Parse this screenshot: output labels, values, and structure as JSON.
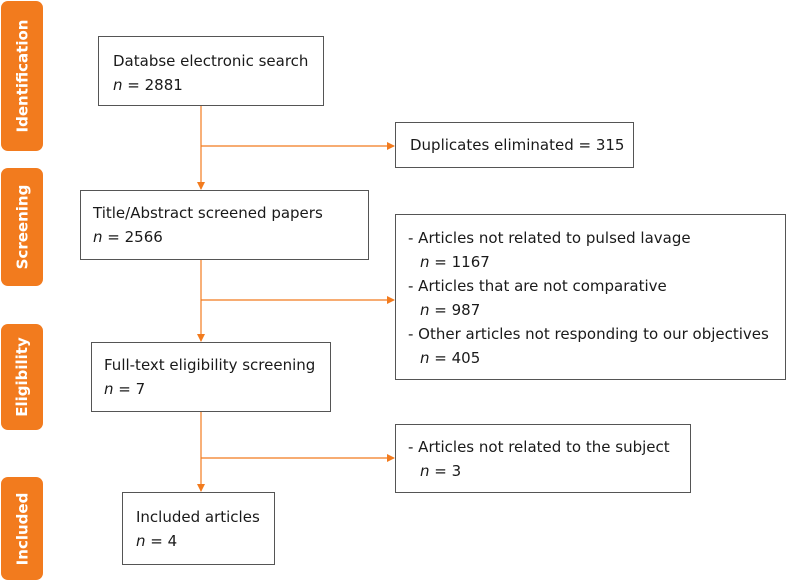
{
  "colors": {
    "accent": "#f27b1e",
    "box_border": "#555555"
  },
  "stages": [
    {
      "label": "Identification"
    },
    {
      "label": "Screening"
    },
    {
      "label": "Eligibility"
    },
    {
      "label": "Included"
    }
  ],
  "boxes": {
    "identification": {
      "title": "Databse electronic search",
      "n_symbol": "n",
      "n_value": "= 2881"
    },
    "duplicates": {
      "text": "Duplicates eliminated = 315"
    },
    "screening": {
      "title": "Title/Abstract screened papers",
      "n_symbol": "n",
      "n_value": "= 2566"
    },
    "excluded_screening": {
      "items": [
        {
          "text": "- Articles not related to pulsed lavage",
          "n_symbol": "n",
          "n_value": "= 1167"
        },
        {
          "text": "- Articles that are not comparative",
          "n_symbol": "n",
          "n_value": "= 987"
        },
        {
          "text": "- Other articles not responding to our objectives",
          "n_symbol": "n",
          "n_value": "= 405"
        }
      ]
    },
    "eligibility": {
      "title": "Full-text eligibility screening",
      "n_symbol": "n",
      "n_value": "= 7"
    },
    "excluded_eligibility": {
      "items": [
        {
          "text": "- Articles not related to the subject",
          "n_symbol": "n",
          "n_value": "= 3"
        }
      ]
    },
    "included": {
      "title": "Included articles",
      "n_symbol": "n",
      "n_value": "= 4"
    }
  }
}
